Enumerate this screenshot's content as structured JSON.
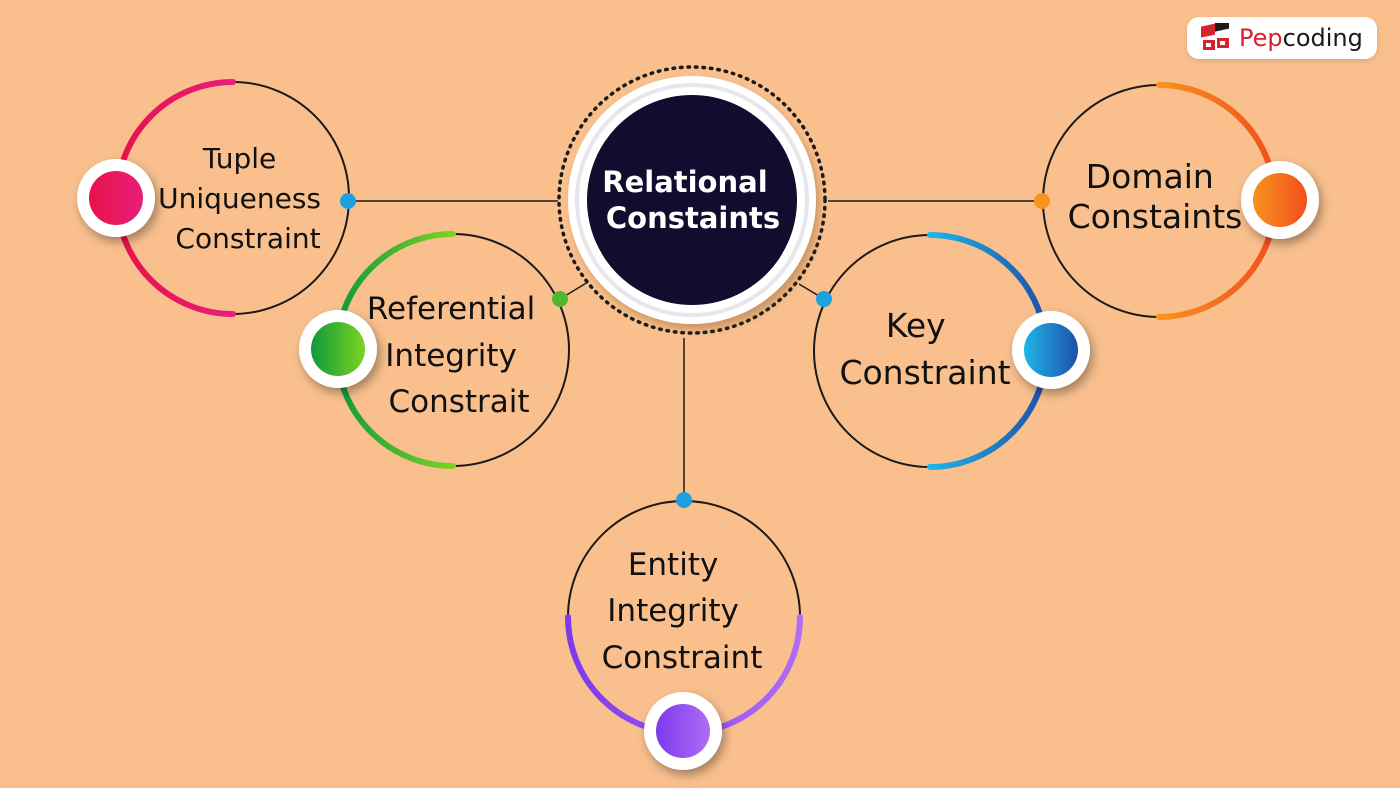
{
  "brand": {
    "pep": "Pep",
    "coding": "coding",
    "colors": {
      "red": "#D5242B",
      "dark": "#1A1A1A"
    }
  },
  "center": {
    "lines": [
      "Relational",
      "Constaints"
    ],
    "fill": "#130C2E"
  },
  "nodes": [
    {
      "id": "tuple-uniqueness",
      "lines": [
        "Tuple",
        "Uniqueness",
        "Constraint"
      ],
      "accent": "#E81E5E",
      "accent2": "#E8114A"
    },
    {
      "id": "referential-integrity",
      "lines": [
        "Referential",
        "Integrity",
        "Constrait"
      ],
      "accent": "#4EB82F",
      "accent2": "#0E9A3C"
    },
    {
      "id": "entity-integrity",
      "lines": [
        "Entity",
        "Integrity",
        "Constraint"
      ],
      "accent": "#9A5BEF",
      "accent2": "#7C3AED"
    },
    {
      "id": "key-constraint",
      "lines": [
        "Key",
        "Constraint"
      ],
      "accent": "#1E9FDF",
      "accent2": "#1F66B8"
    },
    {
      "id": "domain-constaints",
      "lines": [
        "Domain",
        "Constaints"
      ],
      "accent": "#F7931E",
      "accent2": "#F2611D"
    }
  ],
  "connector_color": "#1A1A1A",
  "connector_dot_colors": [
    "#1E9FDF",
    "#4EB82F",
    "#1E9FDF",
    "#1E9FDF",
    "#F7931E"
  ]
}
